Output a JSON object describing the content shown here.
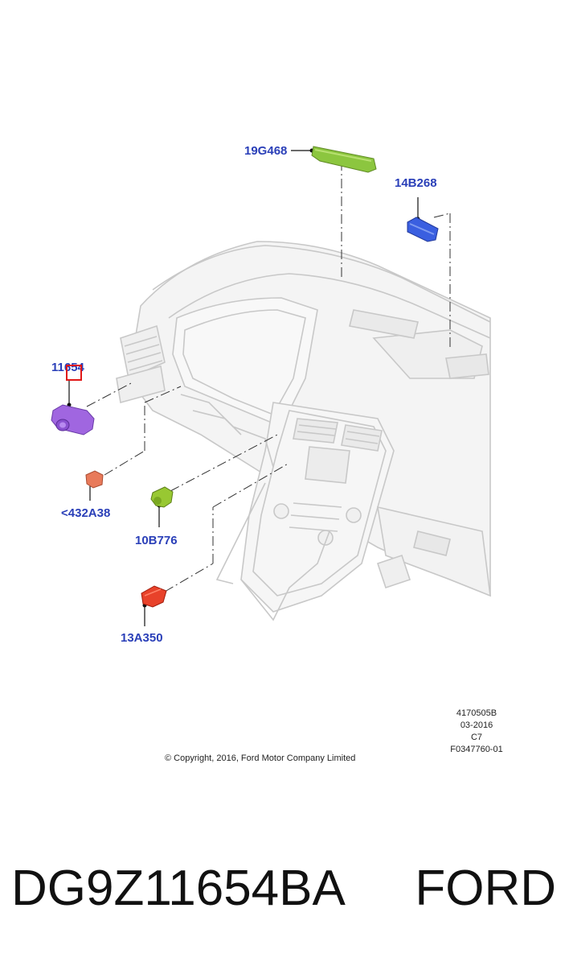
{
  "callouts": {
    "c1": "19G468",
    "c2": "14B268",
    "c3": "11654",
    "c4": "<432A38",
    "c5": "10B776",
    "c6": "13A350"
  },
  "meta": {
    "line1": "4170505B",
    "line2": "03-2016",
    "line3": "C7",
    "line4": "F0347760-01"
  },
  "copyright": "© Copyright, 2016, Ford Motor Company Limited",
  "footer": {
    "part_number": "DG9Z11654BA",
    "brand": "FORD"
  },
  "colors": {
    "callout_text": "#2a3fb8",
    "green_part": "#8cc63f",
    "blue_part": "#3a5fe0",
    "purple_part": "#a066e0",
    "salmon_part": "#e87a5a",
    "olive_part": "#98c832",
    "red_part": "#e8422a",
    "highlight": "#e01818"
  }
}
